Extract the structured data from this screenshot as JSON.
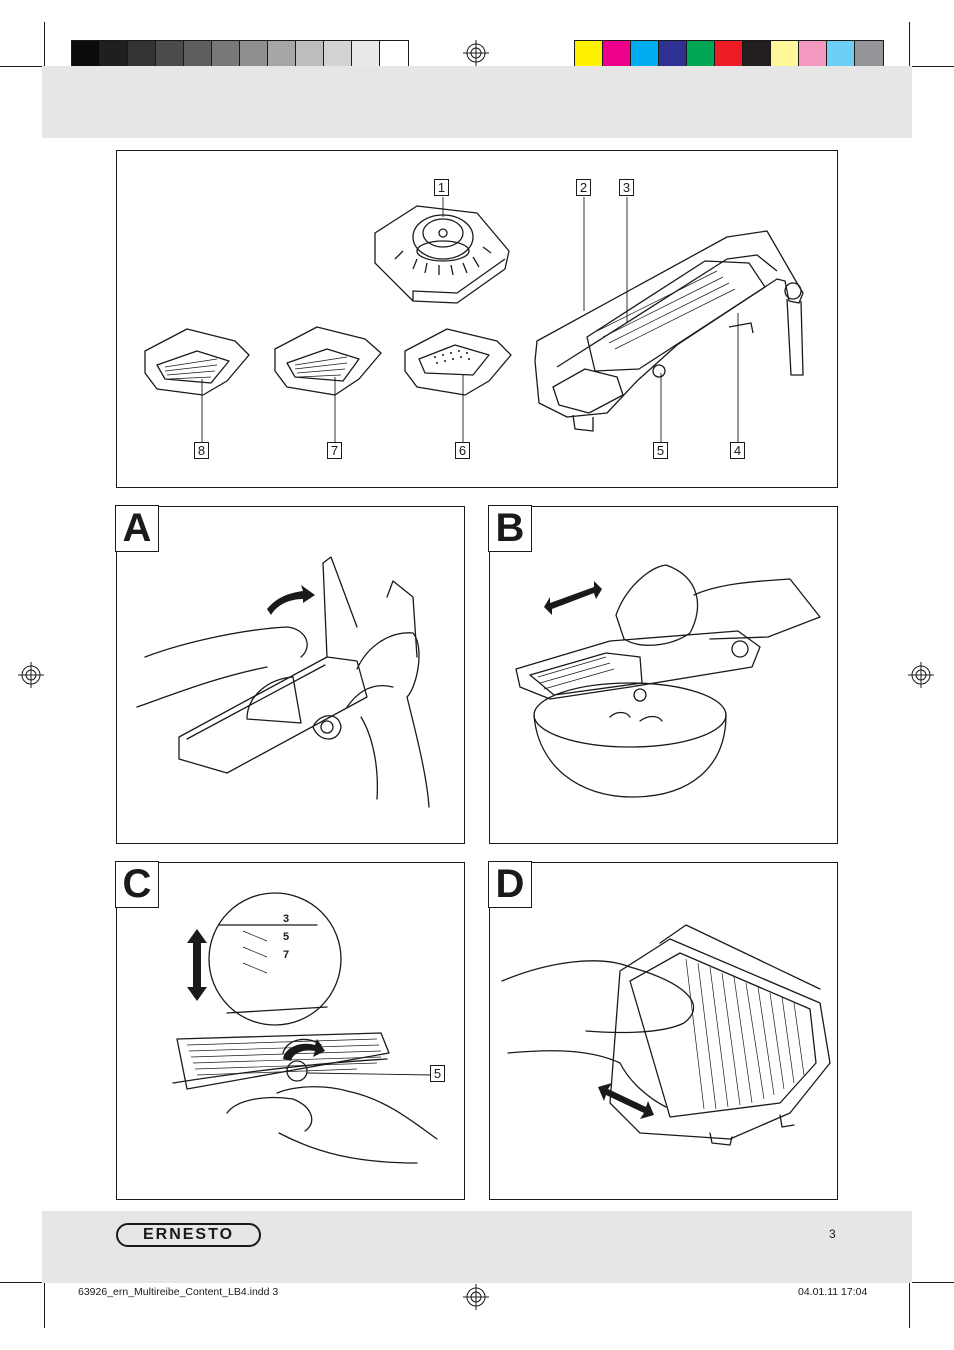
{
  "print_marks": {
    "grayscale_swatches": [
      "#0b0b0b",
      "#1f1f1f",
      "#333333",
      "#4b4b4b",
      "#5f5f5f",
      "#787878",
      "#8f8f8f",
      "#a6a6a6",
      "#bdbdbd",
      "#d3d3d3",
      "#e9e9e9",
      "#ffffff"
    ],
    "color_swatches": [
      "#fff200",
      "#ec008c",
      "#00aeef",
      "#2e3192",
      "#00a651",
      "#ed1c24",
      "#231f20",
      "#fff799",
      "#f49ac1",
      "#6dcff6",
      "#939598"
    ]
  },
  "overview": {
    "callouts": [
      "1",
      "2",
      "3",
      "8",
      "7",
      "6",
      "5",
      "4"
    ]
  },
  "panels": {
    "a": {
      "letter": "A"
    },
    "b": {
      "letter": "B"
    },
    "c": {
      "letter": "C",
      "scale_labels": [
        "3",
        "5",
        "7"
      ],
      "callout": "5"
    },
    "d": {
      "letter": "D"
    }
  },
  "footer": {
    "brand": "ERNESTO",
    "page_number": "3",
    "file_name": "63926_ern_Multireibe_Content_LB4.indd   3",
    "date_time": "04.01.11   17:04"
  }
}
